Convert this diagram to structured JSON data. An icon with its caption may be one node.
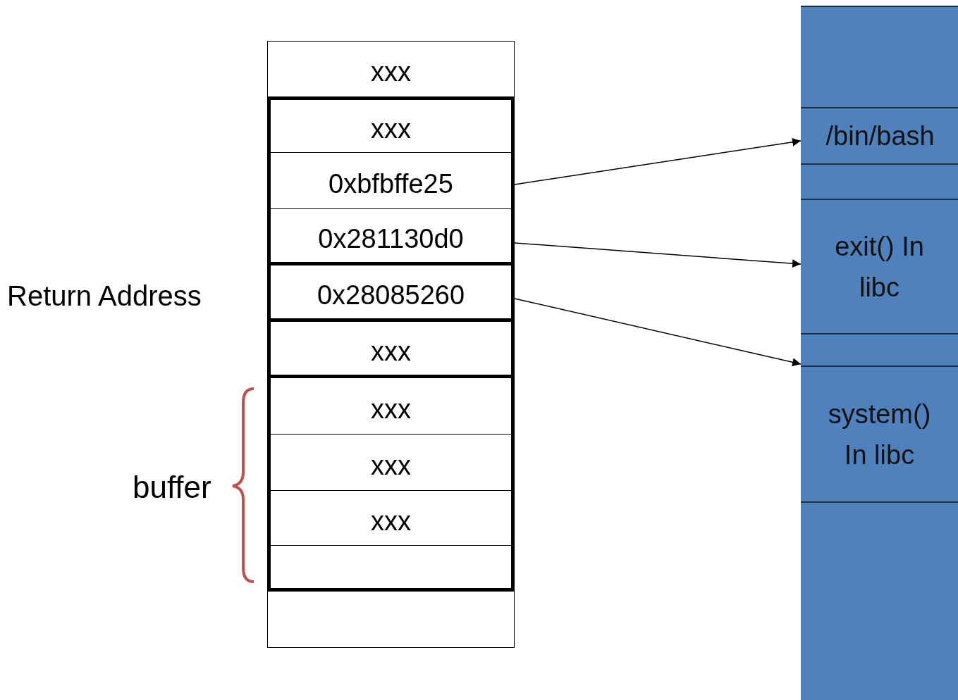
{
  "diagram": {
    "nodes": [
      {
        "text": [
          "xxx"
        ]
      },
      {
        "text": [
          "xxx"
        ]
      },
      {
        "text": [
          "0xbfbffe25"
        ]
      },
      {
        "text": [
          "0x281130d0"
        ]
      },
      {
        "text": [
          "0x28085260"
        ]
      },
      {
        "text": [
          "xxx"
        ]
      },
      {
        "text": [
          "xxx"
        ]
      },
      {
        "text": [
          "xxx"
        ]
      },
      {
        "text": [
          "xxx"
        ]
      },
      {
        "text": [],
        "shape": "box"
      },
      {
        "text": [],
        "shape": "box"
      },
      {
        "text": [],
        "shape": "box"
      },
      {
        "text": [
          "/bin/bash"
        ]
      },
      {
        "text": [],
        "shape": "box"
      },
      {
        "text": [
          "exit() In libc"
        ]
      },
      {
        "text": [],
        "shape": "box"
      },
      {
        "text": [
          "system() In libc"
        ]
      },
      {
        "text": [],
        "shape": "box"
      }
    ],
    "edges": [
      {
        "from": 2,
        "to": 12,
        "arrow": "to"
      },
      {
        "from": 3,
        "to": 14,
        "arrow": "to"
      },
      {
        "from": 4,
        "to": 16,
        "arrow": "to"
      }
    ],
    "labels": [
      "Return Address",
      "buffer"
    ]
  }
}
